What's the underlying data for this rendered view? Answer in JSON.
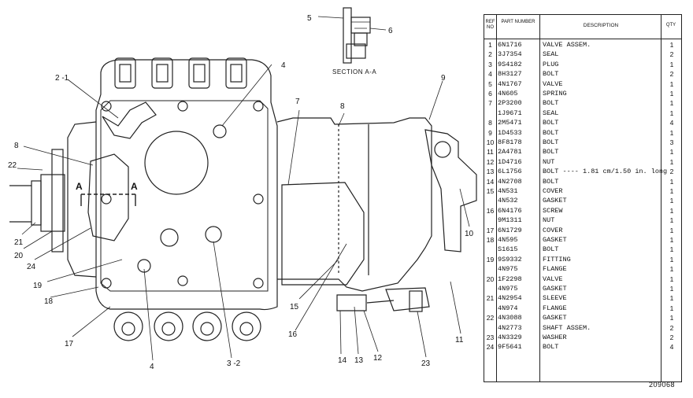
{
  "drawing": {
    "section_label": "SECTION A-A",
    "section_marks": [
      "A",
      "A"
    ],
    "callouts": {
      "c5": "5",
      "c6": "6",
      "c2_1": "2 -1",
      "c4a": "4",
      "c8a": "8",
      "c7": "7",
      "c8b": "8",
      "c9": "9",
      "c22": "22",
      "c21": "21",
      "c20": "20",
      "c24": "24",
      "c19": "19",
      "c18": "18",
      "c17": "17",
      "c4b": "4",
      "c3_2": "3 -2",
      "c16": "16",
      "c15": "15",
      "c14": "14",
      "c13": "13",
      "c12": "12",
      "c23": "23",
      "c11": "11",
      "c10": "10"
    }
  },
  "parts_table": {
    "headers": {
      "ref_no": "REF NO",
      "part_number": "PART NUMBER",
      "description": "DESCRIPTION",
      "qty": "QTY"
    },
    "rows": [
      {
        "ref": "1",
        "part": "6N1716",
        "desc": "VALVE ASSEM.",
        "qty": "1"
      },
      {
        "ref": "2",
        "part": "3J7354",
        "desc": "SEAL",
        "qty": "2"
      },
      {
        "ref": "3",
        "part": "9S4182",
        "desc": "PLUG",
        "qty": "1"
      },
      {
        "ref": "4",
        "part": "8H3127",
        "desc": "BOLT",
        "qty": "2"
      },
      {
        "ref": "5",
        "part": "4N1767",
        "desc": "VALVE",
        "qty": "1"
      },
      {
        "ref": "6",
        "part": "4N605",
        "desc": "SPRING",
        "qty": "1"
      },
      {
        "ref": "7",
        "part": "2P3200",
        "desc": "BOLT",
        "qty": "1"
      },
      {
        "ref": "",
        "part": "1J9671",
        "desc": "SEAL",
        "qty": "1"
      },
      {
        "ref": "8",
        "part": "2M5471",
        "desc": "BOLT",
        "qty": "4"
      },
      {
        "ref": "9",
        "part": "1D4533",
        "desc": "BOLT",
        "qty": "1"
      },
      {
        "ref": "10",
        "part": "8F8178",
        "desc": "BOLT",
        "qty": "3"
      },
      {
        "ref": "11",
        "part": "2A4781",
        "desc": "BOLT",
        "qty": "1"
      },
      {
        "ref": "12",
        "part": "1D4716",
        "desc": "NUT",
        "qty": "1"
      },
      {
        "ref": "13",
        "part": "6L1756",
        "desc": "BOLT ---- 1.81 cm/1.50 in. long",
        "qty": "2"
      },
      {
        "ref": "14",
        "part": "4N2708",
        "desc": "BOLT",
        "qty": "1"
      },
      {
        "ref": "15",
        "part": "4N531",
        "desc": "COVER",
        "qty": "1"
      },
      {
        "ref": "",
        "part": "4N532",
        "desc": "GASKET",
        "qty": "1"
      },
      {
        "ref": "16",
        "part": "6N4176",
        "desc": "SCREW",
        "qty": "1"
      },
      {
        "ref": "",
        "part": "9M1311",
        "desc": "NUT",
        "qty": "1"
      },
      {
        "ref": "17",
        "part": "6N1729",
        "desc": "COVER",
        "qty": "1"
      },
      {
        "ref": "18",
        "part": "4N595",
        "desc": "GASKET",
        "qty": "1"
      },
      {
        "ref": "",
        "part": "S1615",
        "desc": "BOLT",
        "qty": "1"
      },
      {
        "ref": "19",
        "part": "9S9332",
        "desc": "FITTING",
        "qty": "1"
      },
      {
        "ref": "",
        "part": "4N975",
        "desc": "FLANGE",
        "qty": "1"
      },
      {
        "ref": "20",
        "part": "1F2298",
        "desc": "VALVE",
        "qty": "1"
      },
      {
        "ref": "",
        "part": "4N975",
        "desc": "GASKET",
        "qty": "1"
      },
      {
        "ref": "21",
        "part": "4N2954",
        "desc": "SLEEVE",
        "qty": "1"
      },
      {
        "ref": "",
        "part": "4N974",
        "desc": "FLANGE",
        "qty": "1"
      },
      {
        "ref": "22",
        "part": "4N3088",
        "desc": "GASKET",
        "qty": "1"
      },
      {
        "ref": "",
        "part": "4N2773",
        "desc": "SHAFT ASSEM.",
        "qty": "2"
      },
      {
        "ref": "23",
        "part": "4N3329",
        "desc": "WASHER",
        "qty": "2"
      },
      {
        "ref": "24",
        "part": "9F5641",
        "desc": "BOLT",
        "qty": "4"
      }
    ]
  },
  "figure_number": "209068"
}
